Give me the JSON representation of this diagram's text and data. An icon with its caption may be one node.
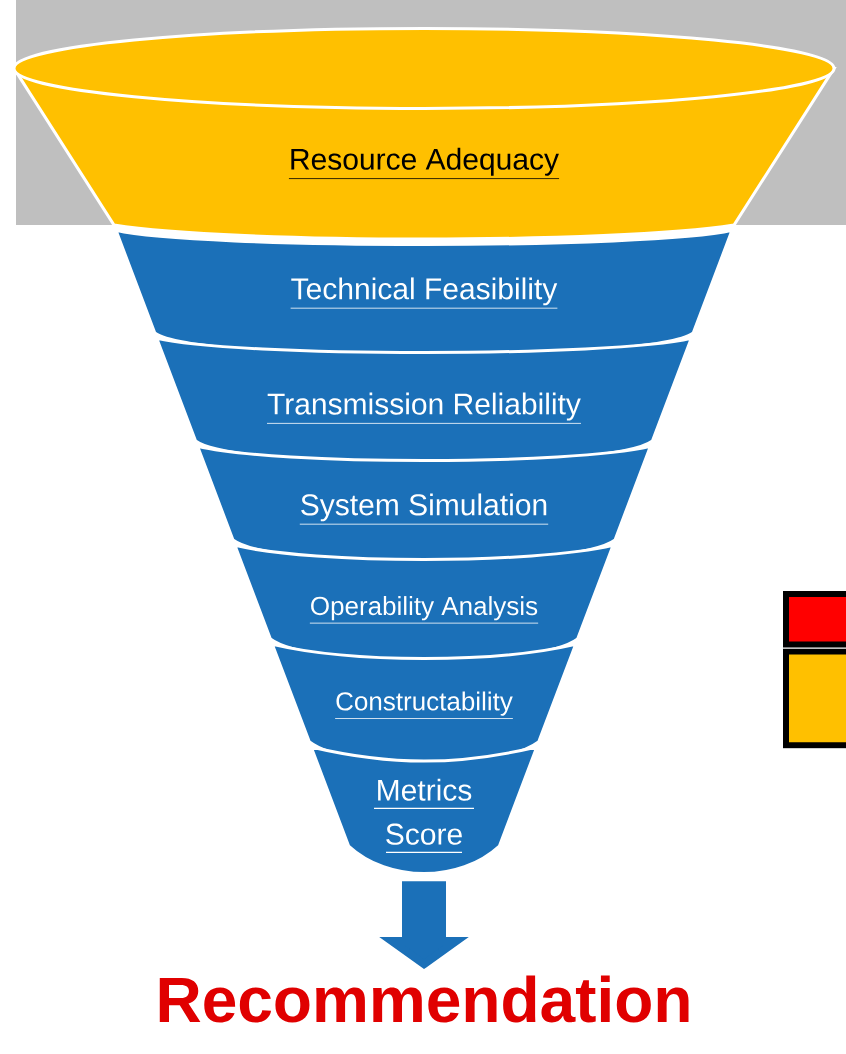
{
  "diagram": {
    "nodes": [
      {
        "text": [
          "Resource Adequacy"
        ]
      },
      {
        "text": [
          "Technical Feasibility"
        ]
      },
      {
        "text": [
          "Transmission Reliability"
        ]
      },
      {
        "text": [
          "System Simulation"
        ]
      },
      {
        "text": [
          "Operability Analysis"
        ]
      },
      {
        "text": [
          "Constructability"
        ]
      },
      {
        "text": [
          "Metrics Score"
        ]
      },
      {
        "text": [
          "Recommendation"
        ]
      }
    ],
    "edges": [
      {
        "from": 6,
        "to": 7,
        "arrow": "to"
      }
    ]
  }
}
